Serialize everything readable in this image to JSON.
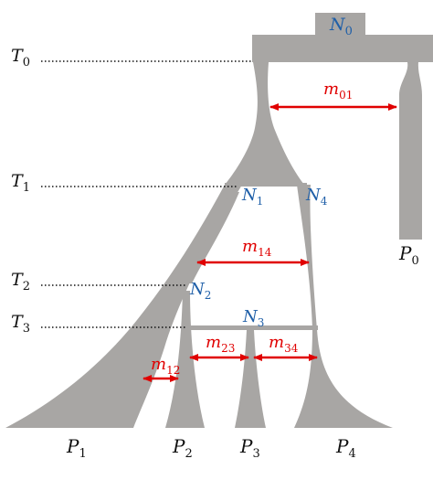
{
  "colors": {
    "shape": "#a8a6a4",
    "node_label": "#1f5fa8",
    "migration": "#e00000",
    "text": "#111111"
  },
  "labels": {
    "root": {
      "sym": "N",
      "sub": "0"
    },
    "times": [
      {
        "sym": "T",
        "sub": "0"
      },
      {
        "sym": "T",
        "sub": "1"
      },
      {
        "sym": "T",
        "sub": "2"
      },
      {
        "sym": "T",
        "sub": "3"
      }
    ],
    "nodes": [
      {
        "sym": "N",
        "sub": "1"
      },
      {
        "sym": "N",
        "sub": "4"
      },
      {
        "sym": "N",
        "sub": "2"
      },
      {
        "sym": "N",
        "sub": "3"
      }
    ],
    "migrations": [
      {
        "sym": "m",
        "sub": "01"
      },
      {
        "sym": "m",
        "sub": "14"
      },
      {
        "sym": "m",
        "sub": "23"
      },
      {
        "sym": "m",
        "sub": "34"
      },
      {
        "sym": "m",
        "sub": "12"
      }
    ],
    "populations": [
      {
        "sym": "P",
        "sub": "0"
      },
      {
        "sym": "P",
        "sub": "1"
      },
      {
        "sym": "P",
        "sub": "2"
      },
      {
        "sym": "P",
        "sub": "3"
      },
      {
        "sym": "P",
        "sub": "4"
      }
    ]
  }
}
